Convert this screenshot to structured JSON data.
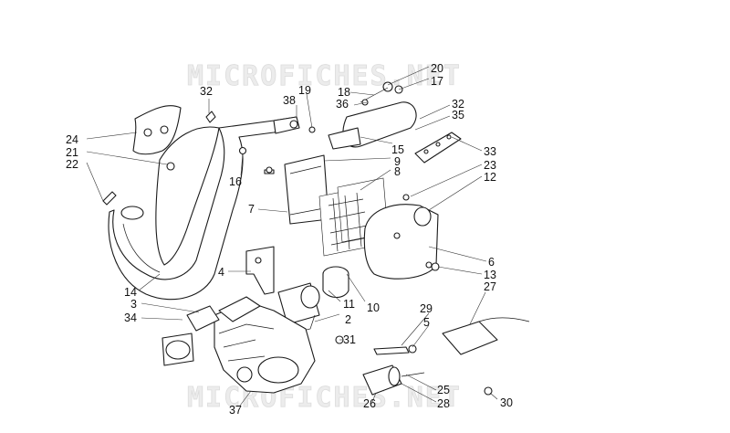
{
  "watermark": {
    "top": "MICROFICHES.NET",
    "bottom": "MICROFICHES.NET"
  },
  "callouts": {
    "p2": "2",
    "p3": "3",
    "p4": "4",
    "p5": "5",
    "p6": "6",
    "p7": "7",
    "p8": "8",
    "p9": "9",
    "p10": "10",
    "p11": "11",
    "p12": "12",
    "p13": "13",
    "p14": "14",
    "p15": "15",
    "p16": "16",
    "p17": "17",
    "p18": "18",
    "p19": "19",
    "p20": "20",
    "p21": "21",
    "p22": "22",
    "p23": "23",
    "p24": "24",
    "p25": "25",
    "p26": "26",
    "p27": "27",
    "p28": "28",
    "p29": "29",
    "p30": "30",
    "p31": "31",
    "p32a": "32",
    "p32b": "32",
    "p33": "33",
    "p34": "34",
    "p35": "35",
    "p36": "36",
    "p37": "37",
    "p38": "38"
  }
}
